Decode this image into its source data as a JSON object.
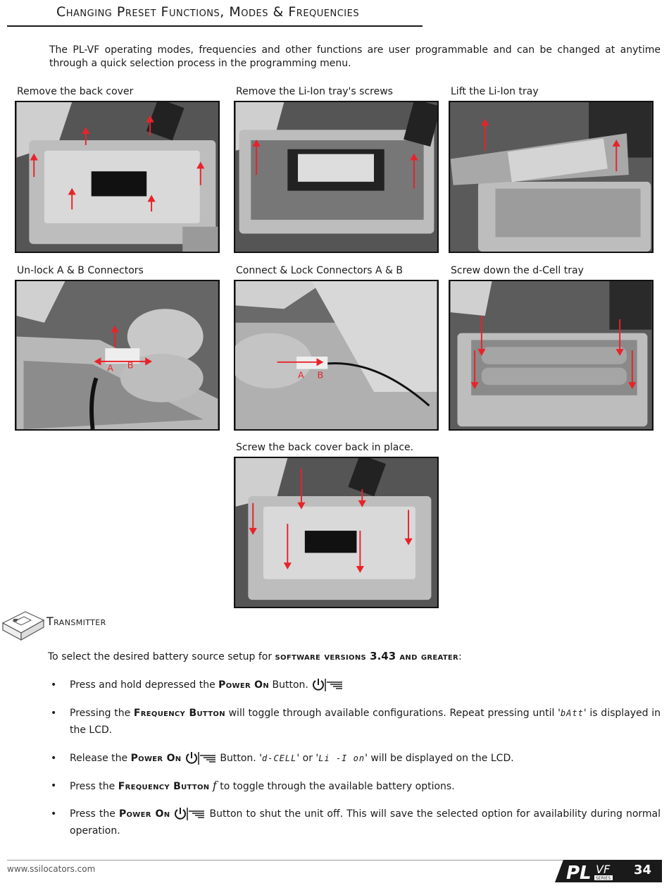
{
  "header": {
    "title": "Changing Preset Functions, Modes & Frequencies",
    "intro": "The PL-VF operating modes, frequencies and other functions are user programmable and can be changed at anytime through a quick selection process in the programming menu."
  },
  "steps": [
    {
      "caption": "Remove the back cover"
    },
    {
      "caption": "Remove the Li-Ion tray's screws"
    },
    {
      "caption": "Lift the Li-Ion tray"
    },
    {
      "caption": "Un-lock A & B Connectors",
      "labels": [
        "A",
        "B"
      ]
    },
    {
      "caption": "Connect & Lock Connectors A & B",
      "labels": [
        "A",
        "B"
      ]
    },
    {
      "caption": "Screw down the d-Cell tray"
    },
    {
      "caption": "Screw the back cover back in place."
    }
  ],
  "transmitter": {
    "title": "Transmitter",
    "lead_prefix": "To select the desired battery source setup for ",
    "lead_sc1": "software versions ",
    "lead_version": "3.43",
    "lead_sc2": " and greater",
    "lead_suffix": ":",
    "bullets": [
      {
        "pre": "Press and hold depressed the ",
        "btn": "Power On",
        "post": " Button."
      },
      {
        "pre": "Pressing the ",
        "btn": "Frequency Button",
        "post": " will toggle through available configurations. Repeat pressing until '",
        "lcd": "bAtt",
        "post2": "' is displayed in the LCD."
      },
      {
        "pre": "Release the ",
        "btn": "Power On",
        "post": " Button.  '",
        "lcd": "d-CELL",
        "mid": "' or '",
        "lcd2": "Li -I on",
        "post2": "' will be displayed on the LCD."
      },
      {
        "pre": "Press the ",
        "btn": "Frequency Button",
        "glyph": "f",
        "post": " to toggle through the available battery options."
      },
      {
        "pre": "Press the ",
        "btn": "Power On",
        "post": " Button to shut the unit off. This will save the selected option for availability during normal operation."
      }
    ]
  },
  "footer": {
    "url": "www.ssilocators.com",
    "logo_main": "PL",
    "logo_sub": "VF",
    "logo_series": "SERIES",
    "page": "34"
  },
  "colors": {
    "arrow": "#e8232a",
    "text": "#1a1a1a",
    "photo_bg": "#4a4a4a"
  },
  "icons": [
    "transmitter-icon",
    "power-icon",
    "frequency-icon"
  ]
}
